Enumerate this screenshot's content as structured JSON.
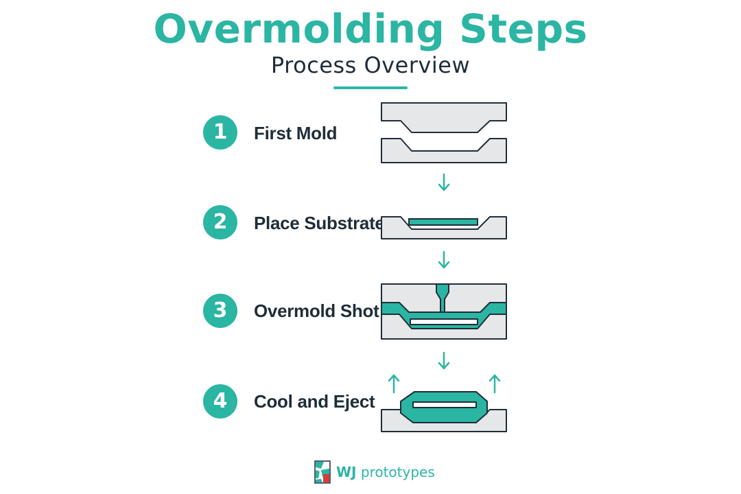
{
  "header": {
    "title": "Overmolding Steps",
    "subtitle": "Process Overview"
  },
  "steps": [
    {
      "number": "1",
      "label": "First Mold"
    },
    {
      "number": "2",
      "label": "Place Substrate"
    },
    {
      "number": "3",
      "label": "Overmold Shot"
    },
    {
      "number": "4",
      "label": "Cool and Eject"
    }
  ],
  "logo": {
    "brand": "WJ",
    "suffix": " prototypes"
  },
  "colors": {
    "accent": "#2bb5a3",
    "text": "#1f2d38",
    "mold_fill": "#e6e7e8",
    "outline": "#1f2d38"
  },
  "icons": [
    "arrow-down-icon",
    "arrow-up-icon",
    "logo-icon"
  ]
}
